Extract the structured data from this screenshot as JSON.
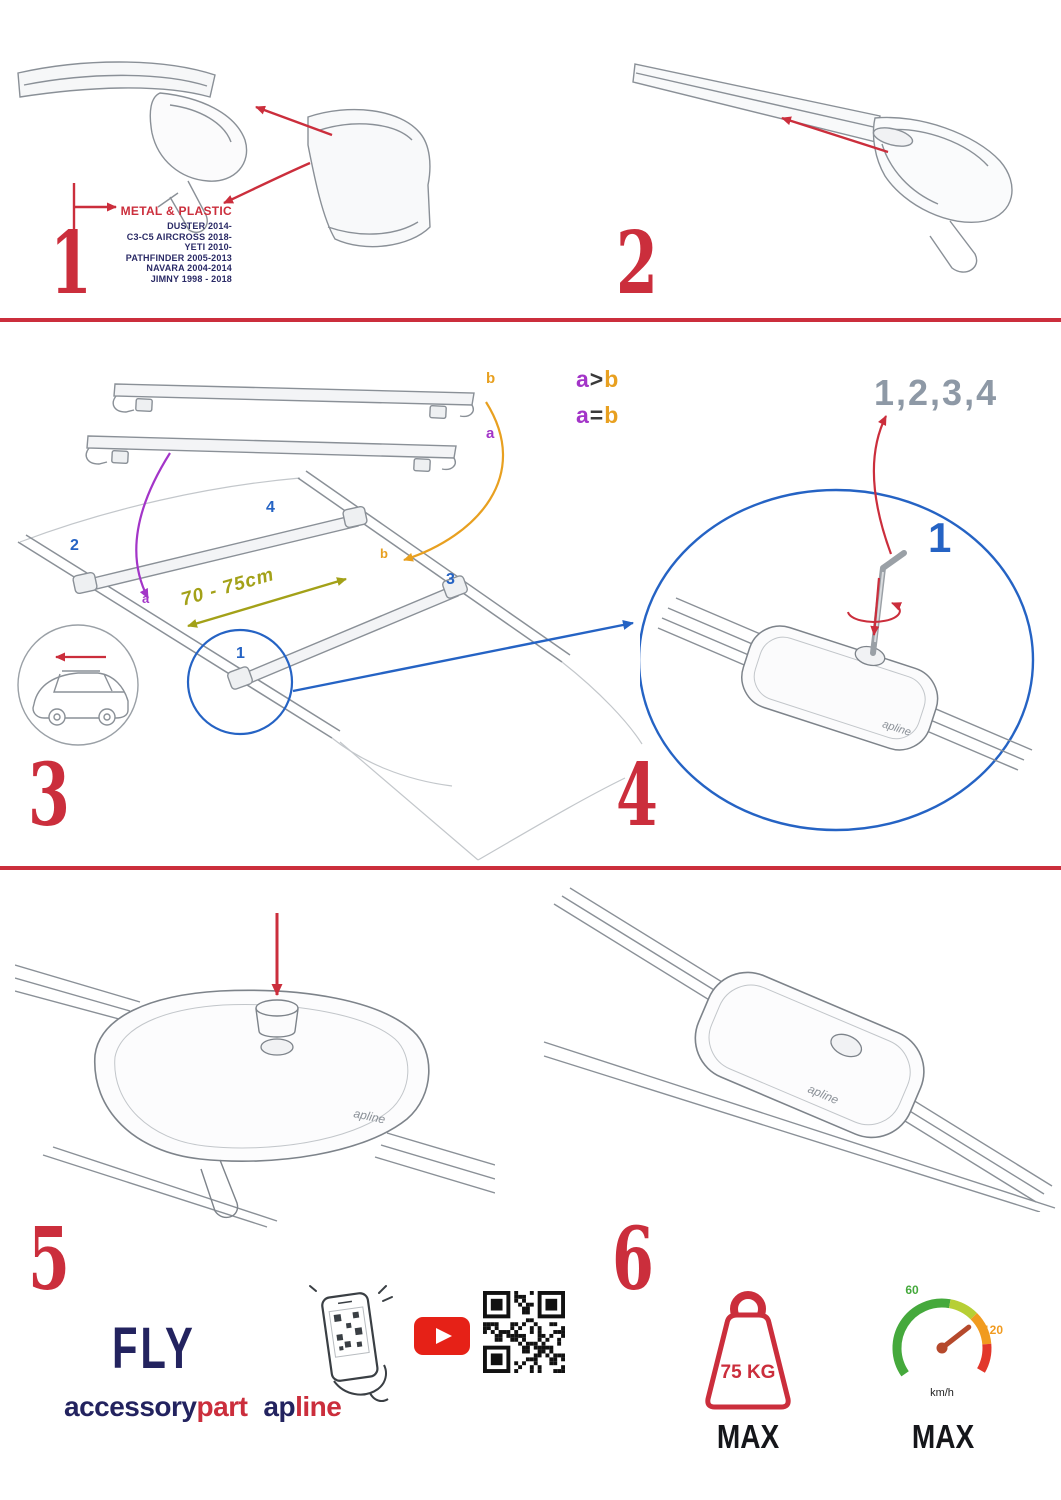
{
  "steps": {
    "n1": "1",
    "n2": "2",
    "n3": "3",
    "n4": "4",
    "n5": "5",
    "n6": "6"
  },
  "step1": {
    "title": "METAL & PLASTIC",
    "models": [
      "DUSTER 2014-",
      "C3-C5 AIRCROSS 2018-",
      "YETI 2010-",
      "PATHFINDER 2005-2013",
      "NAVARA 2004-2014",
      "JIMNY 1998 - 2018"
    ]
  },
  "step3": {
    "bar_label_a": "a",
    "bar_label_b": "b",
    "point_label_a": "a",
    "point_label_b": "b",
    "formula_gt": {
      "a": "a",
      "op": ">",
      "b": "b"
    },
    "formula_eq": {
      "a": "a",
      "op": "=",
      "b": "b"
    },
    "measurement": "70 - 75cm",
    "pos1": "1",
    "pos2": "2",
    "pos3": "3",
    "pos4": "4"
  },
  "step4": {
    "sequence": "1,2,3,4",
    "step_one": "1",
    "foot_logo": "apline"
  },
  "step5": {
    "foot_logo": "apline"
  },
  "step6": {
    "foot_logo": "apline"
  },
  "branding": {
    "fly": "FLY",
    "accessory": "accessory",
    "part": "part",
    "brand_ap": "ap",
    "brand_line": "line"
  },
  "badges": {
    "weight_value": "75 KG",
    "weight_max": "MAX",
    "speed_low": "60",
    "speed_high": "120",
    "speed_unit": "km/h",
    "speed_max": "MAX"
  },
  "colors": {
    "red": "#cb2e3c",
    "navy": "#23235f",
    "blue": "#2563c4",
    "purple": "#a335c8",
    "orange": "#e8a020",
    "olive": "#a3a118"
  }
}
